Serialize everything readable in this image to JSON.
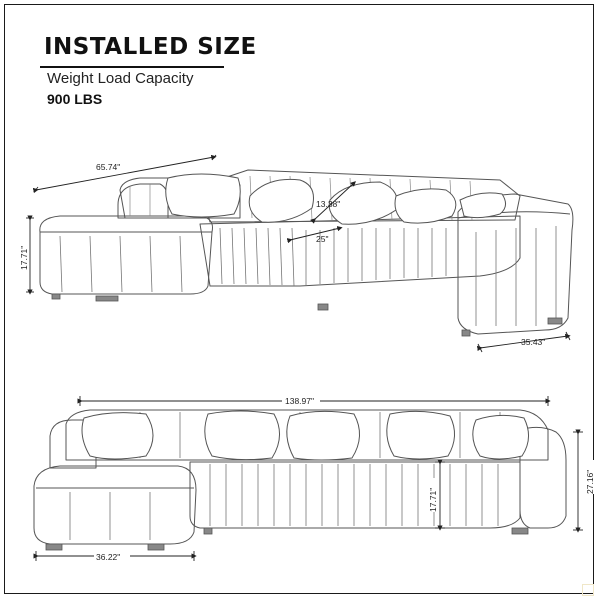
{
  "header": {
    "title": "INSTALLED SIZE",
    "subtitle": "Weight Load Capacity",
    "capacity": "900 LBS"
  },
  "dimensions": {
    "top_view": {
      "chaise_length": "65.74\"",
      "back_cushion_height": "13.38\"",
      "seat_depth": "25\"",
      "seat_height": "17.71\"",
      "arm_depth": "35.43\""
    },
    "front_view": {
      "total_width": "138.97\"",
      "total_height": "27.16\"",
      "seat_height": "17.71\"",
      "ottoman_width": "36.22\""
    }
  }
}
